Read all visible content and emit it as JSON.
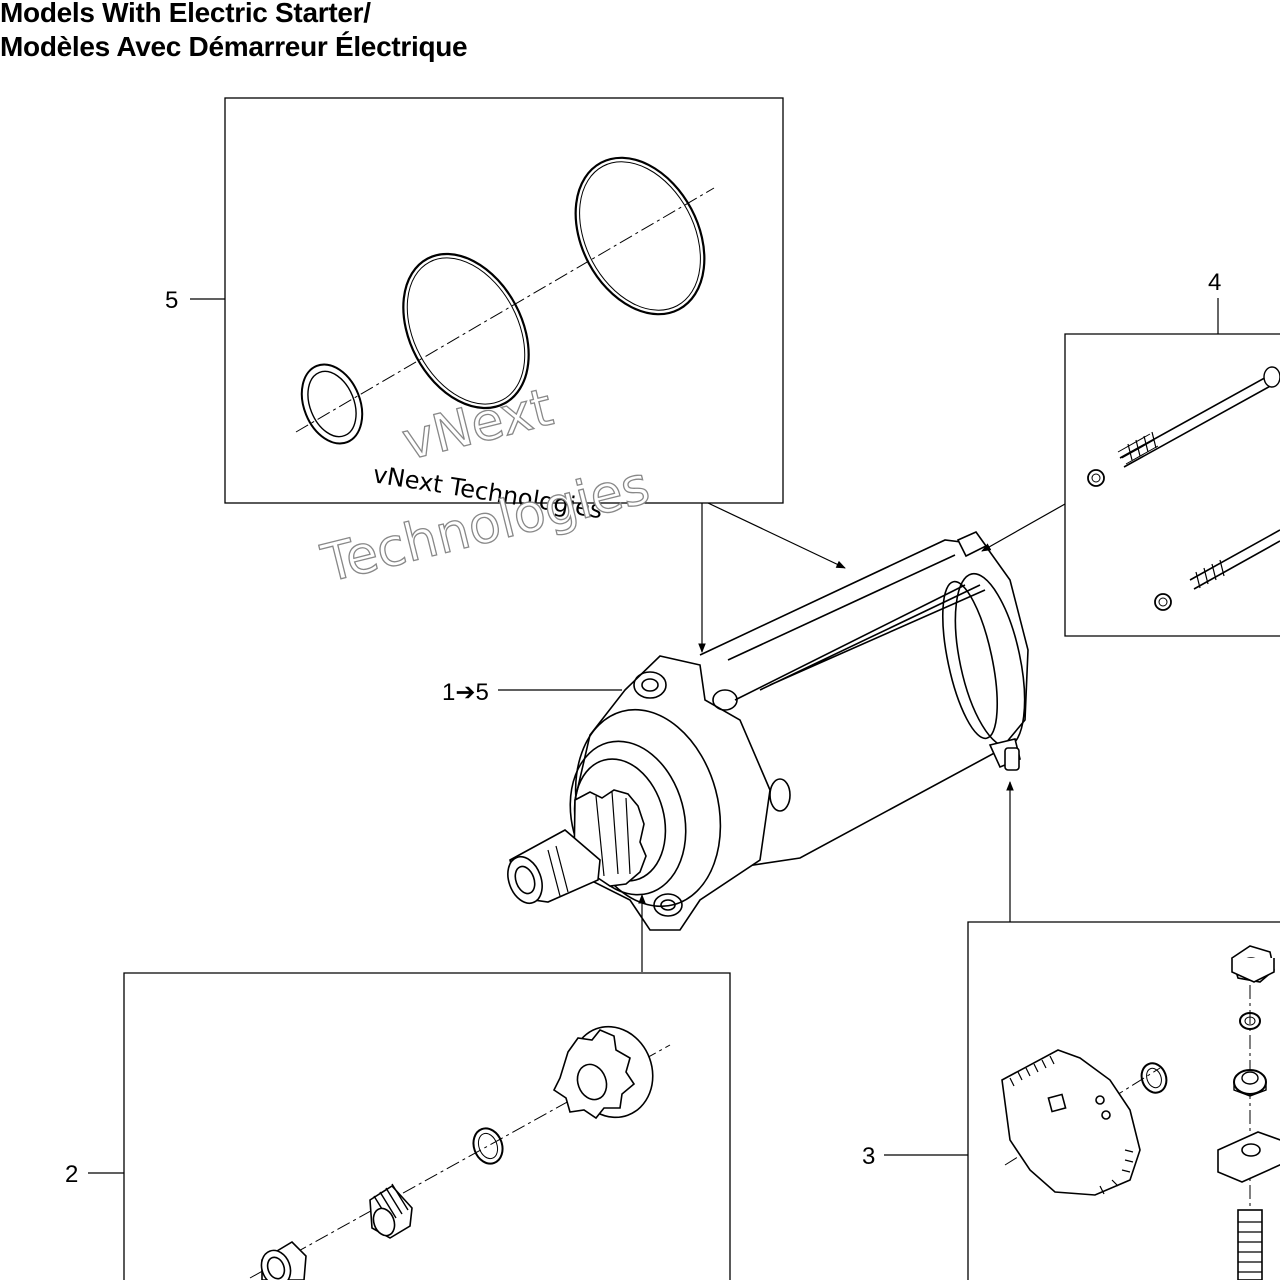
{
  "header": {
    "title_line1": "Models With Electric Starter/",
    "title_line2": "Modèles Avec Démarreur Électrique"
  },
  "callouts": {
    "c5": "5",
    "c4": "4",
    "c15": "1➔5",
    "c2": "2",
    "c3": "3"
  },
  "watermark": {
    "small": "vNext Technologies",
    "large_line1": "vNext",
    "large_line2": "Technologies"
  }
}
